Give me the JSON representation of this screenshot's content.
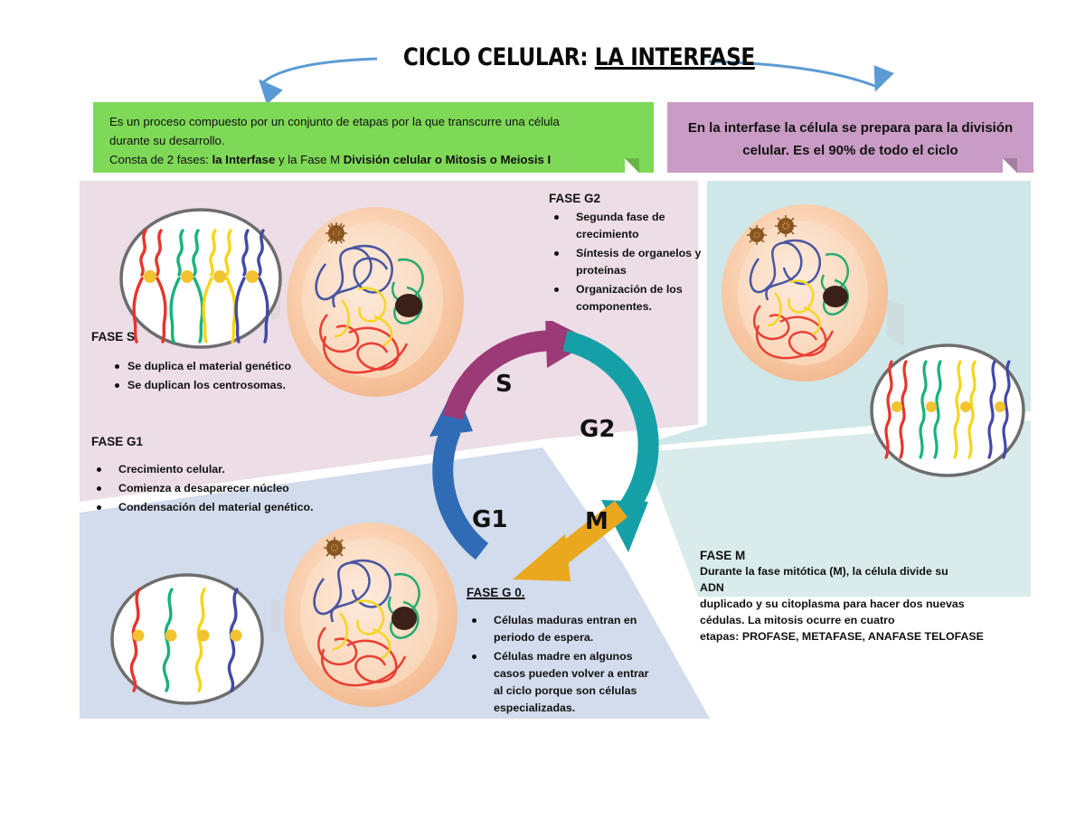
{
  "title": {
    "prefix": "CICLO CELULAR: ",
    "underlined": "LA INTERFASE",
    "full": "CICLO CELULAR: LA INTERFASE"
  },
  "intro_box_green": {
    "line1": "Es un proceso compuesto por un conjunto de etapas por la que transcurre una célula",
    "line2": "durante su desarrollo.",
    "line3_plain": "Consta de 2 fases: ",
    "line3_bold_a": "la Interfase ",
    "line3_plain_b": "y la Fase M ",
    "line3_bold_b": "División celular o Mitosis o Meiosis I",
    "color": "#7ed957"
  },
  "intro_box_purple": {
    "line1": "En la interfase la célula se prepara para la división",
    "line2": "celular.  Es el 90% de todo el ciclo",
    "color": "#c89cc4"
  },
  "cycle": {
    "labels": {
      "s": "S",
      "g2": "G2",
      "g1": "G1",
      "m": "M"
    },
    "arrow_colors": {
      "s": "#9b3a77",
      "g2": "#14a0a6",
      "g1": "#2f6cb5",
      "m": "#eaa81e"
    }
  },
  "phases": {
    "fase_g2": {
      "heading": "FASE G2",
      "bullets": [
        "Segunda fase de crecimiento",
        "Síntesis de organelos y proteínas",
        "Organización de los componentes."
      ]
    },
    "fase_s": {
      "heading": "FASE S",
      "bullets": [
        "Se duplica el material genético",
        "Se duplican los centrosomas."
      ]
    },
    "fase_g1": {
      "heading": "FASE G1",
      "bullets": [
        "Crecimiento celular.",
        "Comienza a desaparecer núcleo",
        "Condensación del material genético."
      ]
    },
    "fase_g0": {
      "heading": "FASE G 0.",
      "bullets": [
        "Células maduras entran en periodo de espera.",
        "Células madre en algunos casos pueden volver a entrar al ciclo porque son células especializadas."
      ]
    },
    "fase_m": {
      "heading": "FASE M",
      "line1": "Durante la fase mitótica (M), la célula divide su",
      "line2": "ADN",
      "line3": "duplicado y su citoplasma para hacer dos nuevas",
      "line4": "cédulas. La mitosis ocurre en cuatro",
      "line5": "etapas: PROFASE, METAFASE, ANAFASE TELOFASE"
    }
  },
  "panels": {
    "top_left_color": "#ecdde6",
    "top_right_color": "#cfe7e8",
    "bottom_left_color": "#d3dced",
    "bottom_right_color": "#d9ebea"
  },
  "chromosome_colors": [
    "#e8342a",
    "#16b37a",
    "#f5d618",
    "#4348a8"
  ],
  "centromere_color": "#f2c230",
  "cell": {
    "membrane_color": "#f6c39c",
    "cytoplasm_color": "#fbd9bd",
    "nucleolus_color": "#3a2018",
    "centrosome_color": "#8a5520"
  }
}
